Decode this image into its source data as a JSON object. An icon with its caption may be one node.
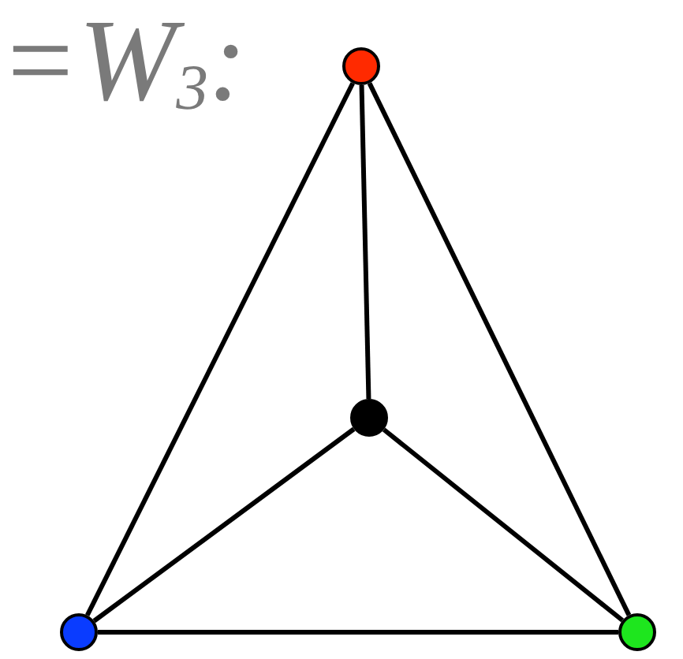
{
  "diagram": {
    "nodes": [
      {
        "text": [],
        "shape": "circle"
      },
      {
        "text": [],
        "shape": "circle"
      },
      {
        "text": [],
        "shape": "circle"
      },
      {
        "text": [],
        "shape": "circle"
      }
    ],
    "edges": [
      {
        "from": 0,
        "to": 1,
        "arrow": "none"
      },
      {
        "from": 0,
        "to": 2,
        "arrow": "none"
      },
      {
        "from": 0,
        "to": 3,
        "arrow": "none"
      },
      {
        "from": 1,
        "to": 2,
        "arrow": "none"
      },
      {
        "from": 1,
        "to": 3,
        "arrow": "none"
      },
      {
        "from": 2,
        "to": 3,
        "arrow": "none"
      }
    ],
    "labels": [
      "=W$_{3}$:"
    ]
  }
}
